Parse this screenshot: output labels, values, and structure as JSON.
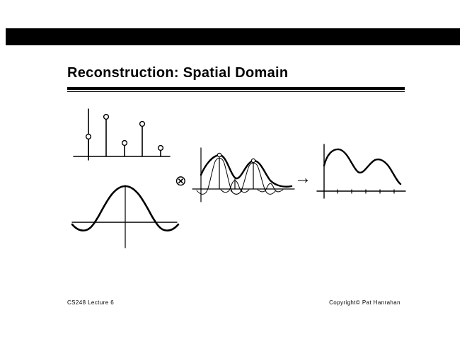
{
  "slide": {
    "title": "Reconstruction: Spatial Domain",
    "operator_symbol": "⊗",
    "arrow_symbol": "→",
    "footer": {
      "left": "CS248 Lecture 6",
      "right": "Copyright© Pat Hanrahan"
    },
    "colors": {
      "ink": "#000000",
      "background": "#ffffff"
    }
  }
}
